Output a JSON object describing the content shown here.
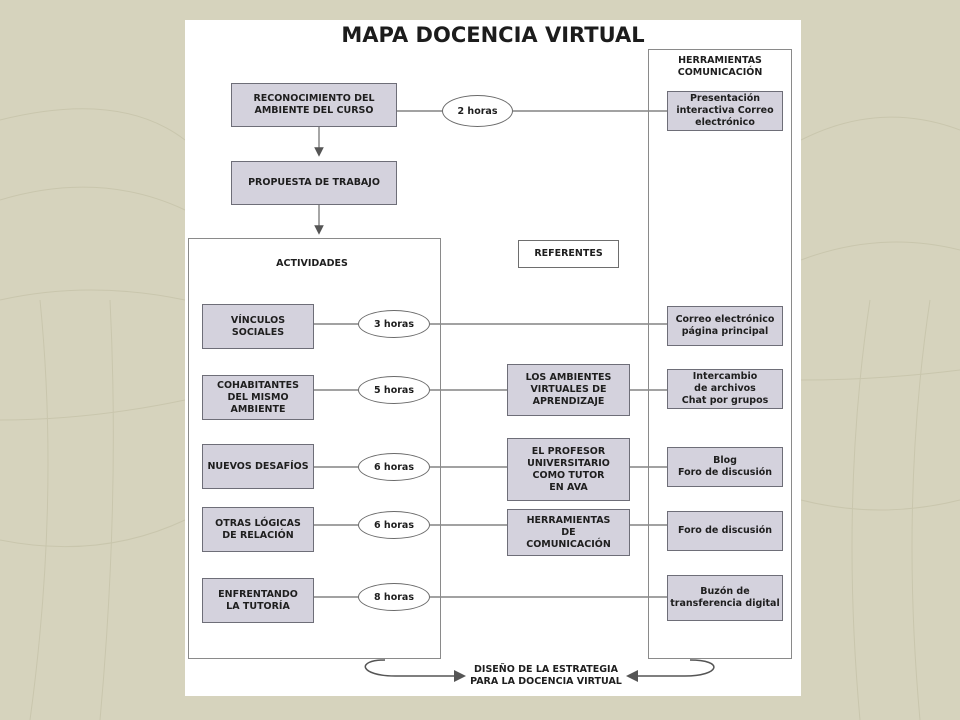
{
  "title": "MAPA DOCENCIA VIRTUAL",
  "left_flow": {
    "step1": "RECONOCIMIENTO DEL\nAMBIENTE DEL CURSO",
    "step1_time": "2 horas",
    "step2": "PROPUESTA DE TRABAJO"
  },
  "activities": {
    "heading": "ACTIVIDADES",
    "items": [
      {
        "label": "VÍNCULOS\nSOCIALES",
        "time": "3 horas"
      },
      {
        "label": "COHABITANTES\nDEL MISMO\nAMBIENTE",
        "time": "5 horas"
      },
      {
        "label": "NUEVOS DESAFÍOS",
        "time": "6 horas"
      },
      {
        "label": "OTRAS LÓGICAS\nDE RELACIÓN",
        "time": "6 horas"
      },
      {
        "label": "ENFRENTANDO\nLA TUTORÍA",
        "time": "8 horas"
      }
    ]
  },
  "referentes": {
    "heading": "REFERENTES",
    "items": [
      "LOS AMBIENTES\nVIRTUALES DE\nAPRENDIZAJE",
      "EL PROFESOR\nUNIVERSITARIO\nCOMO TUTOR\nEN AVA",
      "HERRAMIENTAS\nDE\nCOMUNICACIÓN"
    ]
  },
  "herramientas": {
    "heading": "HERRAMIENTAS\nCOMUNICACIÓN",
    "items": [
      "Presentación\ninteractiva Correo\nelectrónico",
      "Correo electrónico\npágina principal",
      "Intercambio\nde archivos\nChat por grupos",
      "Blog\nForo de discusión",
      "Foro de discusión",
      "Buzón de\ntransferencia digital"
    ]
  },
  "result": "DISEÑO DE LA ESTRATEGIA\nPARA LA DOCENCIA VIRTUAL",
  "colors": {
    "background": "#d6d3bd",
    "box_fill": "#d4d2dd",
    "border": "#6e6e78"
  }
}
